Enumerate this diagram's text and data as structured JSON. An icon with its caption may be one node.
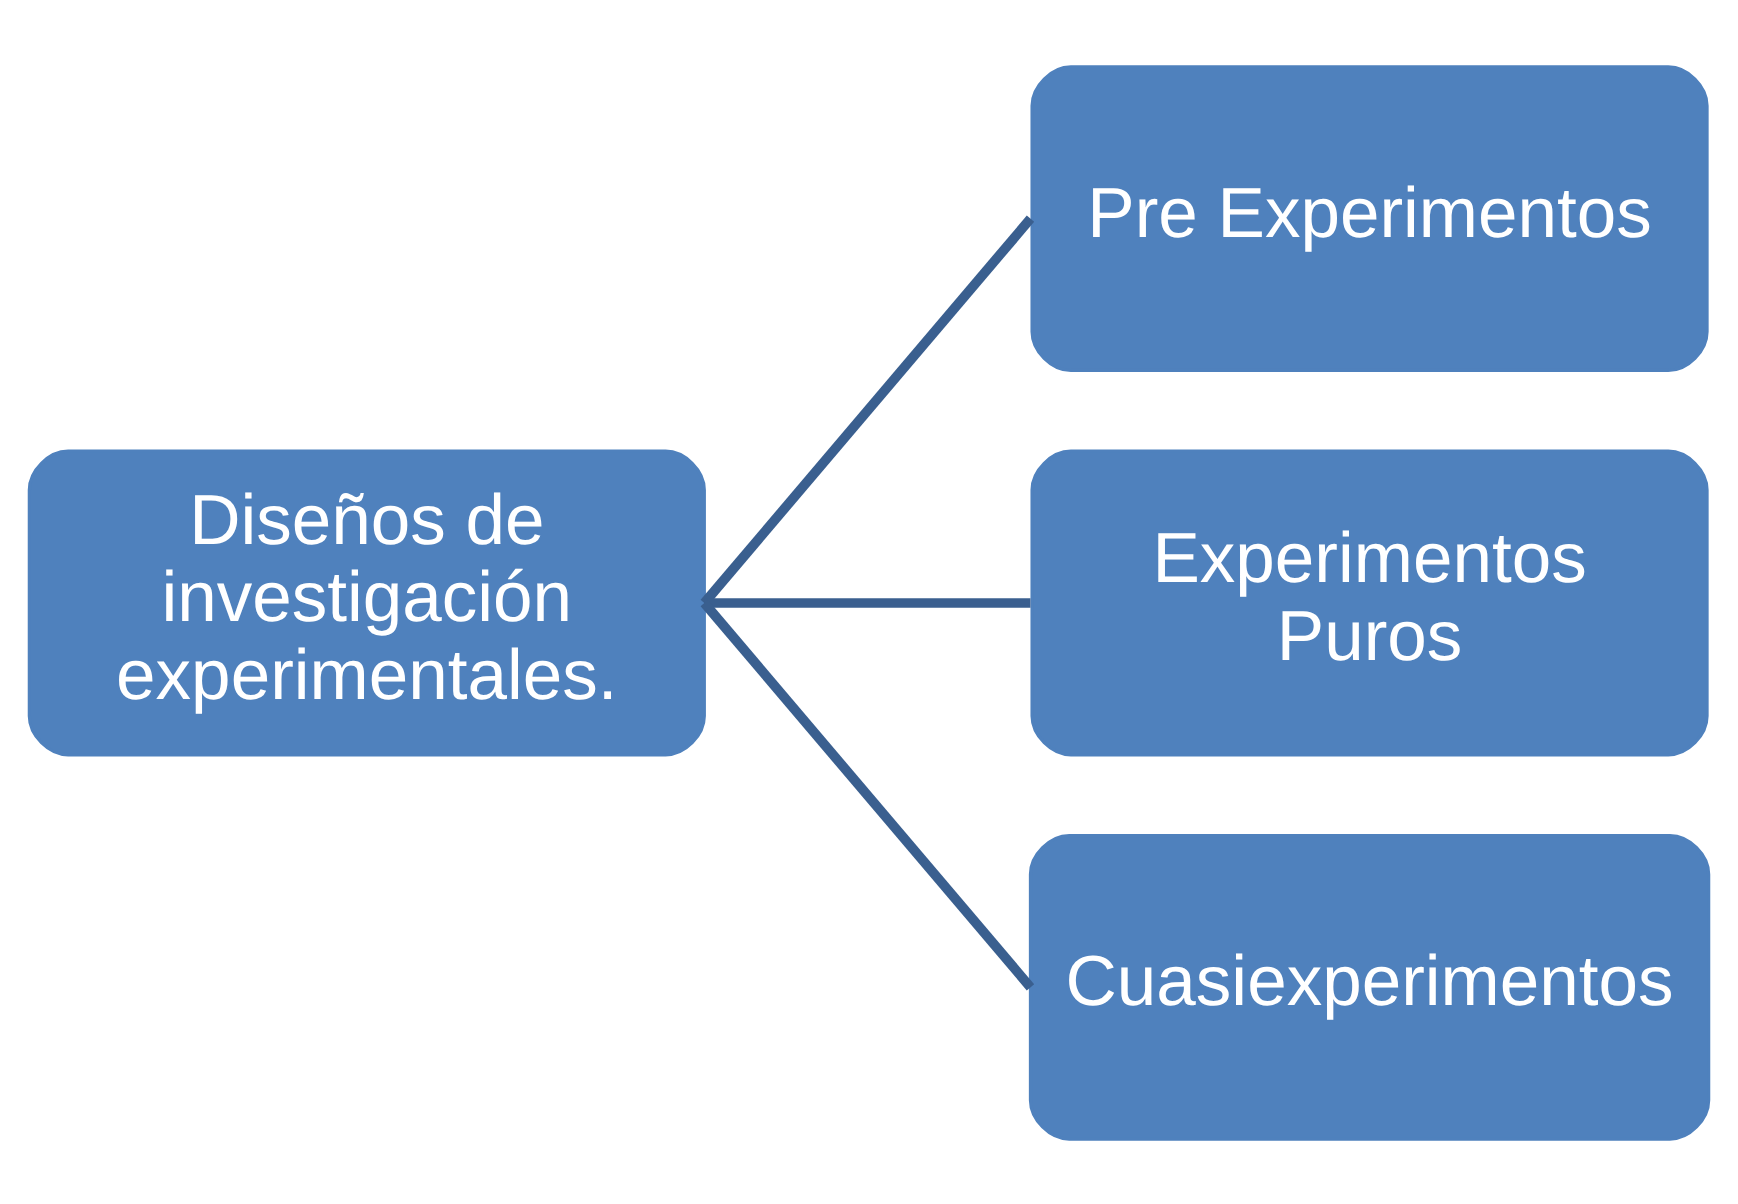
{
  "diagram": {
    "nodes": [
      {
        "text": [
          "Diseños de investigación experimentales."
        ]
      },
      {
        "text": [
          "Pre Experimentos"
        ]
      },
      {
        "text": [
          "Experimentos Puros"
        ]
      },
      {
        "text": [
          "Cuasiexperimentos"
        ]
      }
    ],
    "edges": [
      {
        "from": 0,
        "to": 1,
        "arrow": "none"
      },
      {
        "from": 0,
        "to": 2,
        "arrow": "none"
      },
      {
        "from": 0,
        "to": 3,
        "arrow": "none"
      }
    ]
  }
}
